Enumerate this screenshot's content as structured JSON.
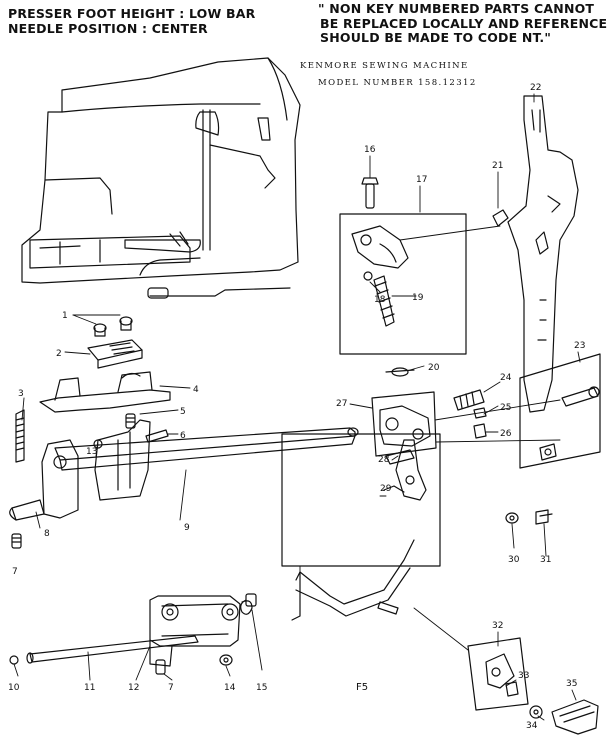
{
  "header": {
    "left_line1": "PRESSER FOOT HEIGHT : LOW BAR",
    "left_line2": "NEEDLE POSITION : CENTER",
    "right_line1": "\" NON KEY NUMBERED PARTS CANNOT",
    "right_line2": "BE REPLACED LOCALLY AND REFERENCE",
    "right_line3": "SHOULD BE MADE TO CODE NT.\"",
    "model_line1": "KENMORE SEWING MACHINE",
    "model_line2": "MODEL NUMBER 158.12312"
  },
  "figure_label": "F5",
  "part_numbers": [
    "1",
    "2",
    "3",
    "4",
    "5",
    "6",
    "7",
    "8",
    "9",
    "10",
    "11",
    "12",
    "7",
    "14",
    "15",
    "16",
    "17",
    "18",
    "19",
    "20",
    "21",
    "22",
    "23",
    "24",
    "25",
    "26",
    "27",
    "28",
    "29",
    "30",
    "31",
    "32",
    "33",
    "34",
    "35",
    "13"
  ]
}
